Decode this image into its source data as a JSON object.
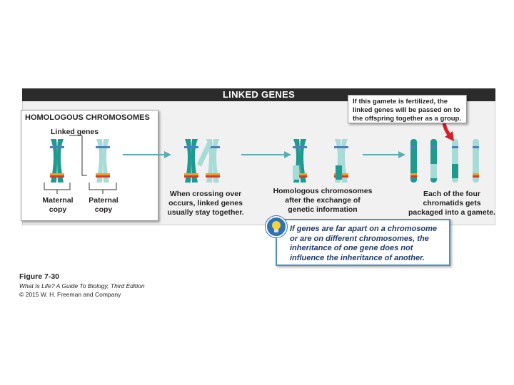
{
  "header": {
    "title": "LINKED GENES"
  },
  "homologous": {
    "title": "HOMOLOGOUS CHROMOSOMES",
    "linked_label": "Linked genes",
    "maternal_label": "Maternal\ncopy",
    "paternal_label": "Paternal\ncopy"
  },
  "steps": {
    "crossing": "When crossing over\noccurs, linked genes\nusually stay together.",
    "exchange": "Homologous chromosomes\nafter the exchange of\ngenetic information",
    "packaged": "Each of the four\nchromatids gets\npackaged into a gamete."
  },
  "callout_top": "If this gamete is fertilized, the linked genes will be passed on to the offspring together as a group.",
  "callout_bottom": "If genes are far apart on a chromosome or are on different chromosomes, the inheritance of one gene does not influence the inheritance of another.",
  "figure": {
    "number": "Figure 7-30",
    "source": "What Is Life? A Guide To Biology, Third Edition",
    "copyright": "© 2015 W. H. Freeman and Company"
  },
  "colors": {
    "maternal": "#1f9a8e",
    "paternal": "#a6dbd6",
    "gene_red": "#d63a2e",
    "gene_orange": "#f0a02a",
    "gene_blue": "#4d7fbf",
    "arrow": "#5aaeb0",
    "pointer": "#d3202a"
  }
}
